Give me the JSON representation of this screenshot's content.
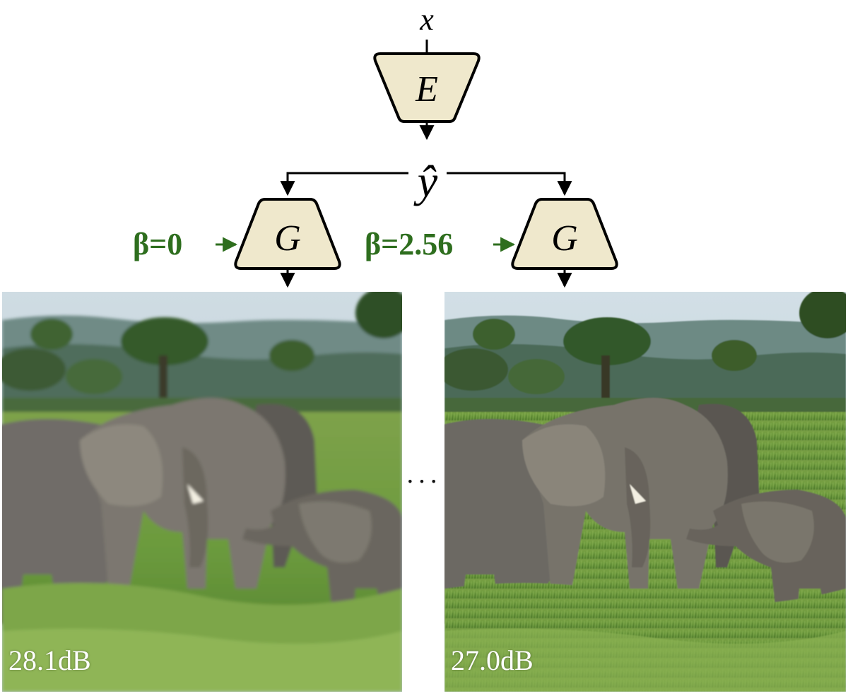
{
  "diagram": {
    "input_label": "x",
    "encoder_label": "E",
    "latent_label": "ŷ",
    "generator_left_label": "G",
    "generator_right_label": "G",
    "beta_left": "β=0",
    "beta_right": "β=2.56"
  },
  "panels": {
    "left": {
      "psnr": "28.1dB"
    },
    "right": {
      "psnr": "27.0dB"
    },
    "ellipsis": "···"
  },
  "colors": {
    "block_fill": "#efe8cc",
    "block_stroke": "#000000",
    "beta_green": "#2e6e1e"
  }
}
